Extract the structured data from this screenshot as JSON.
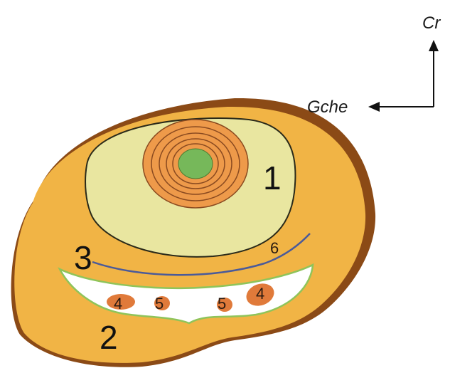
{
  "orientation": {
    "cranial_label": "Cr",
    "left_label": "Gche"
  },
  "labels": {
    "one": "1",
    "two": "2",
    "three": "3",
    "four_left": "4",
    "four_right": "4",
    "five_left": "5",
    "five_right": "5",
    "six": "6"
  },
  "colors": {
    "outer_rim": "#8b4a16",
    "body_fill": "#f1b445",
    "upper_field": "#e9e6a0",
    "rings": "#ee9a4a",
    "core": "#76b85a",
    "lumen": "#ffffff",
    "lumen_border": "#8fc45a",
    "blue_line": "#4a5a9a",
    "small_organs": "#e07a3a"
  }
}
